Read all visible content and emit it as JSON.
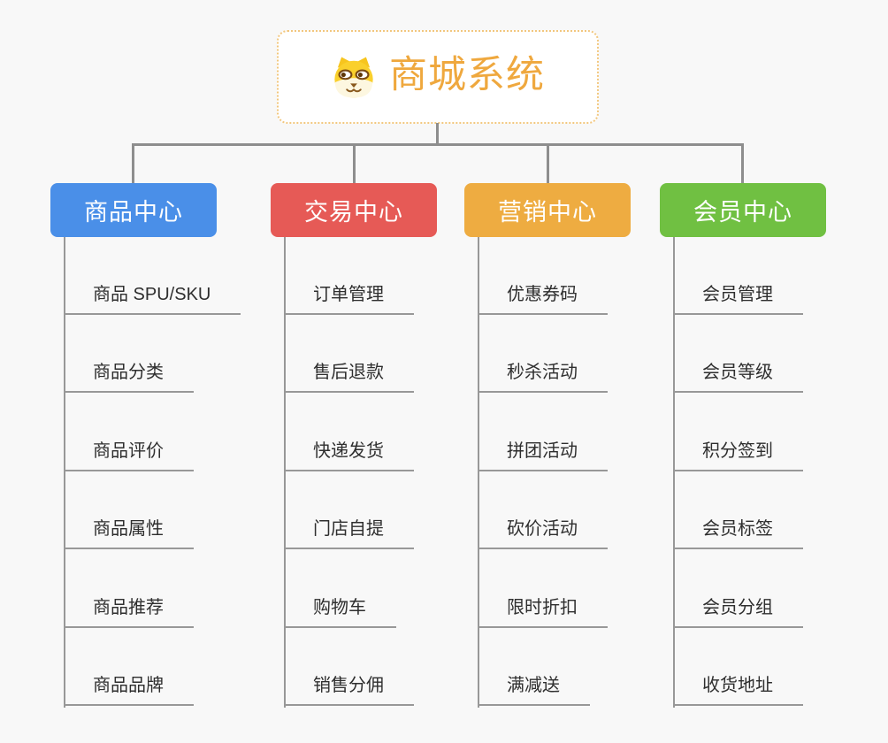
{
  "page": {
    "background_color": "#F8F8F8",
    "connector_color": "#8E8E8E"
  },
  "root": {
    "title": "商城系统",
    "title_color": "#EFA83E",
    "border_color": "#F2C77E",
    "icon": "shiba-dog-icon"
  },
  "branches": [
    {
      "label": "商品中心",
      "color": "#4A8FE8",
      "items": [
        "商品 SPU/SKU",
        "商品分类",
        "商品评价",
        "商品属性",
        "商品推荐",
        "商品品牌"
      ]
    },
    {
      "label": "交易中心",
      "color": "#E65A56",
      "items": [
        "订单管理",
        "售后退款",
        "快递发货",
        "门店自提",
        "购物车",
        "销售分佣"
      ]
    },
    {
      "label": "营销中心",
      "color": "#EEAC41",
      "items": [
        "优惠券码",
        "秒杀活动",
        "拼团活动",
        "砍价活动",
        "限时折扣",
        "满减送"
      ]
    },
    {
      "label": "会员中心",
      "color": "#70C042",
      "items": [
        "会员管理",
        "会员等级",
        "积分签到",
        "会员标签",
        "会员分组",
        "收货地址"
      ]
    }
  ]
}
